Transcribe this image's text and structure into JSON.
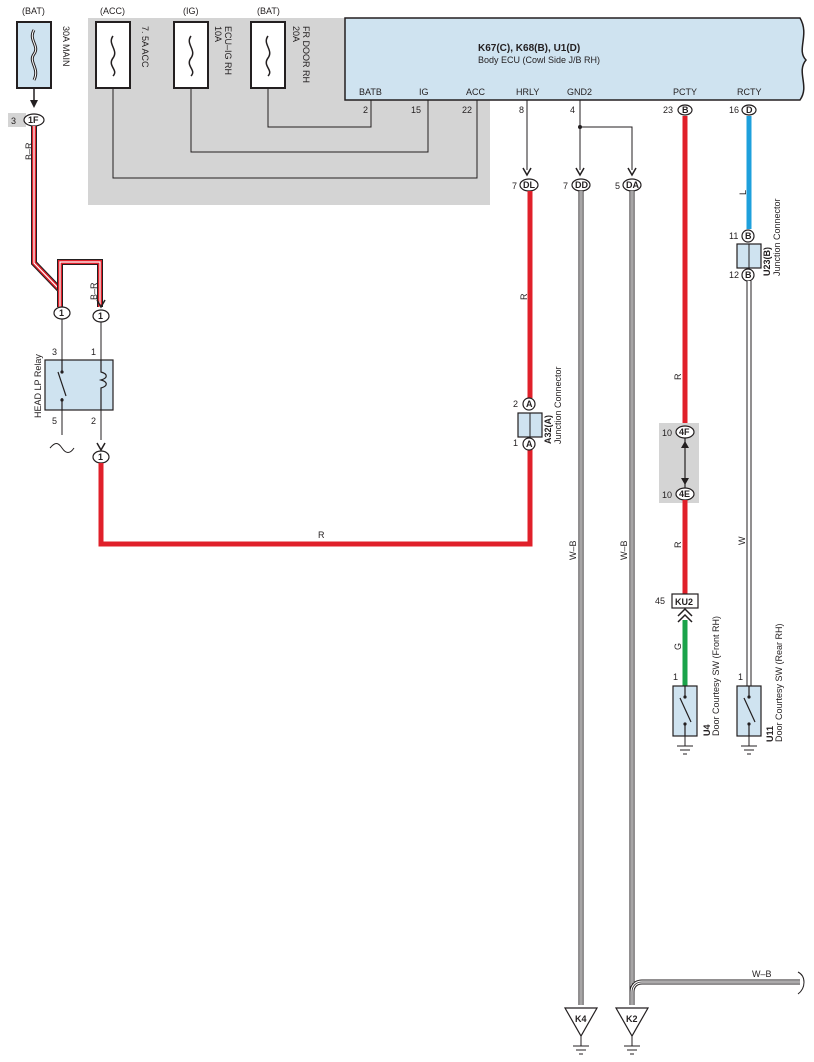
{
  "colors": {
    "red": "#e0202a",
    "blue": "#1ea0dc",
    "green": "#1aa34a",
    "box_fill": "#cfe3f0",
    "gray_panel": "#d4d4d4",
    "ecu_fill": "#cfe3f0",
    "line": "#231f20"
  },
  "fuses": [
    {
      "source": "(BAT)",
      "name": "30A MAIN",
      "fusible": true
    },
    {
      "source": "(ACC)",
      "name": "7. 5A ACC"
    },
    {
      "source": "(IG)",
      "name_line1": "10A",
      "name_line2": "ECU–IG RH"
    },
    {
      "source": "(BAT)",
      "name_line1": "20A",
      "name_line2": "FR DOOR RH"
    }
  ],
  "ecu": {
    "title": "K67(C), K68(B), U1(D)",
    "subtitle": "Body ECU (Cowl Side J/B RH)",
    "pins": [
      {
        "label": "BATB",
        "pin": "2"
      },
      {
        "label": "IG",
        "pin": "15"
      },
      {
        "label": "ACC",
        "pin": "22"
      },
      {
        "label": "HRLY",
        "pin": "8"
      },
      {
        "label": "GND2",
        "pin": "4"
      },
      {
        "label": "PCTY",
        "pin": "23",
        "conn": "B"
      },
      {
        "label": "RCTY",
        "pin": "16",
        "conn": "D"
      }
    ]
  },
  "connectors": {
    "c1F": {
      "pin": "3",
      "id": "1F"
    },
    "cDL": {
      "pin": "7",
      "id": "DL"
    },
    "cDD": {
      "pin": "7",
      "id": "DD"
    },
    "cDA": {
      "pin": "5",
      "id": "DA"
    },
    "c4F": {
      "pin": "10",
      "id": "4F"
    },
    "c4E": {
      "pin": "10",
      "id": "4E"
    },
    "cKU2": {
      "pin": "45",
      "id": "KU2"
    },
    "relay_top_left": "1",
    "relay_top_right": "1",
    "relay_bottom": "1"
  },
  "wire_labels": {
    "br1": "B–R",
    "br2": "B–R",
    "r_hrly": "R",
    "r_bottom": "R",
    "r_pcty": "R",
    "r_pcty2": "R",
    "wb1": "W–B",
    "wb2": "W–B",
    "wb3": "W–B",
    "l": "L",
    "w": "W",
    "g": "G"
  },
  "relay": {
    "name": "HEAD LP Relay",
    "pin3": "3",
    "pin1": "1",
    "pin5": "5",
    "pin2": "2"
  },
  "junction_a32": {
    "name": "A32(A)",
    "desc": "Junction Connector",
    "pin_top": "2",
    "pin_bottom": "1",
    "conn": "A"
  },
  "junction_u23": {
    "name": "U23(B)",
    "desc": "Junction Connector",
    "pin_top": "11",
    "pin_bottom": "12",
    "conn": "B"
  },
  "switches": [
    {
      "code": "U4",
      "desc": "Door Courtesy SW (Front RH)",
      "pin": "1"
    },
    {
      "code": "U11",
      "desc": "Door Courtesy SW (Rear RH)",
      "pin": "1"
    }
  ],
  "grounds": [
    {
      "id": "K4"
    },
    {
      "id": "K2"
    }
  ]
}
